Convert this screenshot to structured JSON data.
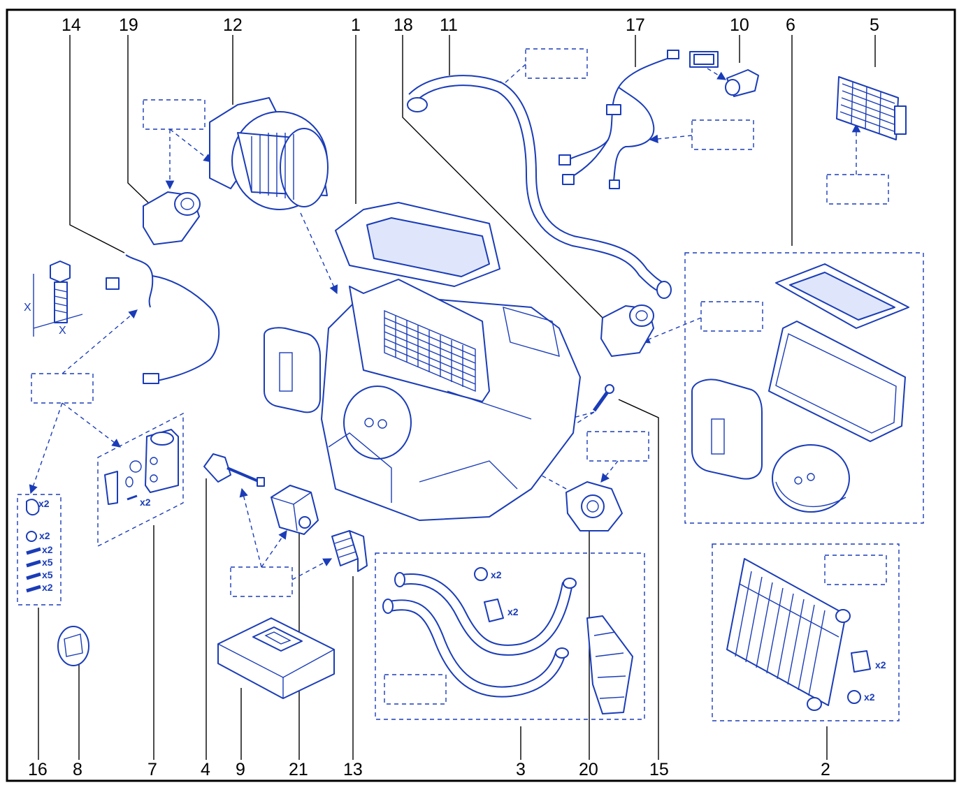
{
  "diagram": {
    "type": "exploded-parts-view",
    "accent_color": "#1a3cb8",
    "line_color": "#000000",
    "reference_numbers": {
      "top": [
        "14",
        "19",
        "12",
        "1",
        "18",
        "11",
        "17",
        "10",
        "6",
        "5"
      ],
      "bottom": [
        "16",
        "8",
        "7",
        "4",
        "9",
        "21",
        "13",
        "3",
        "20",
        "15",
        "2"
      ]
    },
    "quantity_marks": {
      "kit7_screw": "x2",
      "kit16": [
        "x2",
        "x2",
        "x2",
        "x5",
        "x5",
        "x2"
      ],
      "kit3_ring": "x2",
      "kit3_clip": "x2",
      "kit2_clip": "x2",
      "kit2_ring": "x2"
    },
    "dimension_marks": [
      "X",
      "X"
    ]
  }
}
